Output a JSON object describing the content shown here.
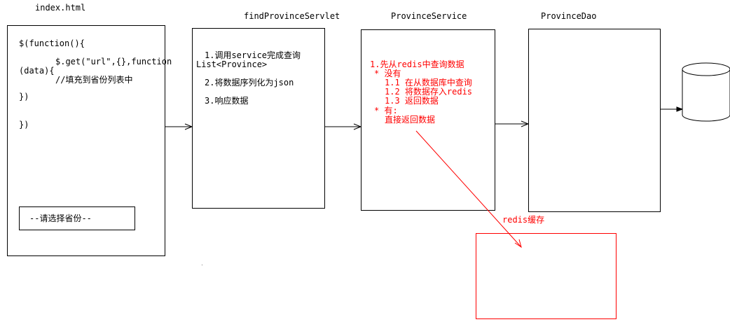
{
  "labels": {
    "index_html": "index.html",
    "servlet": "findProvinceServlet",
    "service": "ProvinceService",
    "dao": "ProvinceDao",
    "db": "DB",
    "redis_cache": "redis缓存"
  },
  "index_code": {
    "line1": "$(function(){",
    "line2a": "$.get(\"url\",{},function",
    "line2b": "(data){",
    "line3": "//填充到省份列表中",
    "line4": "})",
    "line5": "})"
  },
  "select_box": "--请选择省份--",
  "servlet_steps": {
    "step1a": "1.调用service完成查询",
    "step1b": "List<Province>",
    "step2": "2.将数据序列化为json",
    "step3": "3.响应数据"
  },
  "service_steps": {
    "l1": "1.先从redis中查询数据",
    "l2": "* 没有",
    "l3": "1.1 在从数据库中查询",
    "l4": "1.2 将数据存入redis",
    "l5": "1.3 返回数据",
    "l6": "* 有:",
    "l7": "直接返回数据"
  },
  "colors": {
    "line": "#000000",
    "accent": "#ff0000"
  }
}
